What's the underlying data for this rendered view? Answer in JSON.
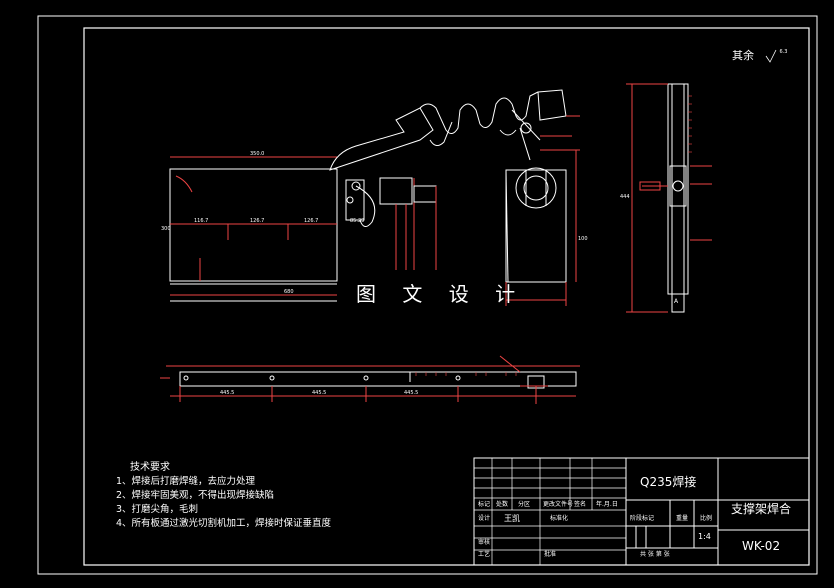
{
  "drawing": {
    "roughness_label": "其余",
    "roughness_value": "6.3",
    "watermark": "图 文 设 计"
  },
  "tech_notes": {
    "title": "技术要求",
    "items": [
      "1、焊接后打磨焊缝，去应力处理",
      "2、焊接牢固美观，不得出现焊接缺陷",
      "3、打磨尖角，毛刺",
      "4、所有板通过激光切割机加工，焊接时保证垂直度"
    ]
  },
  "title_block": {
    "material": "Q235焊接",
    "part_name": "支撑架焊合",
    "drawing_no": "WK-02",
    "scale": "1:4",
    "designer": "王凯",
    "labels": {
      "mark": "标记",
      "count": "处数",
      "zone": "分区",
      "change_doc": "更改文件号",
      "signature": "签名",
      "date": "年.月.日",
      "design": "设计",
      "standardize": "标准化",
      "stage_mark": "阶段标记",
      "weight": "重量",
      "scale_label": "比例",
      "review": "审核",
      "process": "工艺",
      "approve": "批准",
      "sheet_total": "共  张  第  张"
    }
  },
  "dimensions": {
    "top_length": "350.0",
    "base_length": "680",
    "seg1": "116.7",
    "seg2": "126.7",
    "seg3": "126.7",
    "seg4": "85.29",
    "plate_height": "300",
    "bottom_seg1": "445.5",
    "bottom_seg2": "445.5",
    "bottom_seg3": "445.5",
    "side_height": "444",
    "right_dim": "100"
  }
}
